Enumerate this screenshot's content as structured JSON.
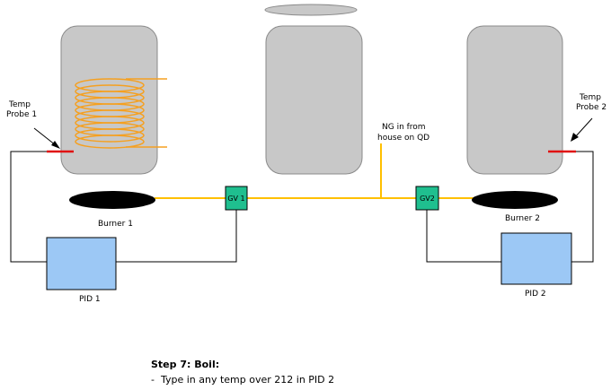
{
  "labels": {
    "temp_probe_1": [
      "Temp",
      "Probe 1"
    ],
    "temp_probe_2": [
      "Temp",
      "Probe 2"
    ],
    "ng_inlet": [
      "NG in from",
      "house on QD"
    ],
    "burner_1": "Burner 1",
    "burner_2": "Burner 2",
    "gas_valve_1": "GV 1",
    "gas_valve_2": "GV2",
    "pid_1": "PID 1",
    "pid_2": "PID 2"
  },
  "step": {
    "title": "Step 7: Boil:",
    "instruction": "-  Type in any temp over 212 in PID 2"
  },
  "colors": {
    "vessel_fill": "#c8c8c8",
    "coil": "#f5a020",
    "gas_line": "#ffc000",
    "valve_fill": "#1fbf8f",
    "pid_fill": "#9cc8f5",
    "probe": "#e01010",
    "burner": "#000000",
    "wire": "#000000"
  }
}
